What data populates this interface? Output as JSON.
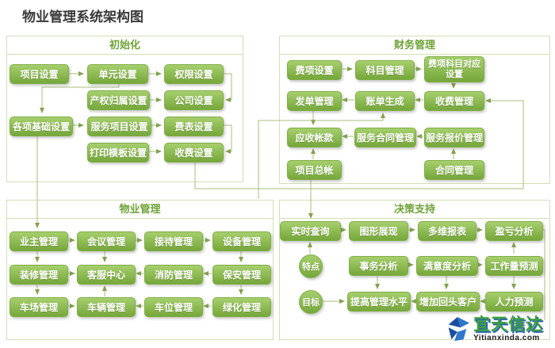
{
  "title": "物业管理系统架构图",
  "colors": {
    "node_green": "#8ab84e",
    "accent_green": "#6fa337",
    "wire_olive": "#a8bc7c",
    "brand_blue": "#2a64ad",
    "brand_green": "#3da03d"
  },
  "sections": {
    "init": {
      "title": "初始化",
      "nodes": {
        "project_settings": "项目设置",
        "unit_settings": "单元设置",
        "permission_settings": "权限设置",
        "ownership_settings": "产权归属设置",
        "company_settings": "公司设置",
        "basic_settings": "各项基础设置",
        "service_item_settings": "服务项目设置",
        "fee_table_settings": "费表设置",
        "print_template_settings": "打印模板设置",
        "charge_settings": "收费设置"
      }
    },
    "finance": {
      "title": "财务管理",
      "nodes": {
        "fee_item_settings": "费项设置",
        "subject_management": "科目管理",
        "fee_subject_mapping": "费项科目对应设置",
        "invoice_management": "发单管理",
        "bill_generation": "账单生成",
        "charge_management": "收费管理",
        "accounts_receivable": "应收帐款",
        "service_contract_management": "服务合同管理",
        "service_quote_management": "服务报价管理",
        "project_ledger": "项目总帐",
        "contract_management": "合同管理"
      }
    },
    "property": {
      "title": "物业管理",
      "nodes": {
        "owner_management": "业主管理",
        "meeting_management": "会议管理",
        "reception_management": "接待管理",
        "equipment_management": "设备管理",
        "decoration_management": "装修管理",
        "customer_service_center": "客服中心",
        "fire_management": "消防管理",
        "security_management": "保安管理",
        "parking_lot_management": "车场管理",
        "vehicle_management": "车辆管理",
        "parking_space_management": "车位管理",
        "greening_management": "绿化管理"
      }
    },
    "decision": {
      "title": "决策支持",
      "nodes": {
        "realtime_query": "实时查询",
        "graphic_display": "图形展现",
        "multidim_report": "多维报表",
        "profit_loss_analysis": "盈亏分析",
        "feature": "特点",
        "affair_analysis": "事务分析",
        "satisfaction_analysis": "满意度分析",
        "workload_forecast": "工作量预测",
        "goal": "目标",
        "improve_management": "提高管理水平",
        "repeat_customers": "增加回头客户",
        "manpower_forecast": "人力预测"
      }
    }
  },
  "watermark": {
    "brand": "宜天信达",
    "domain": "Yitianxinda.com"
  }
}
